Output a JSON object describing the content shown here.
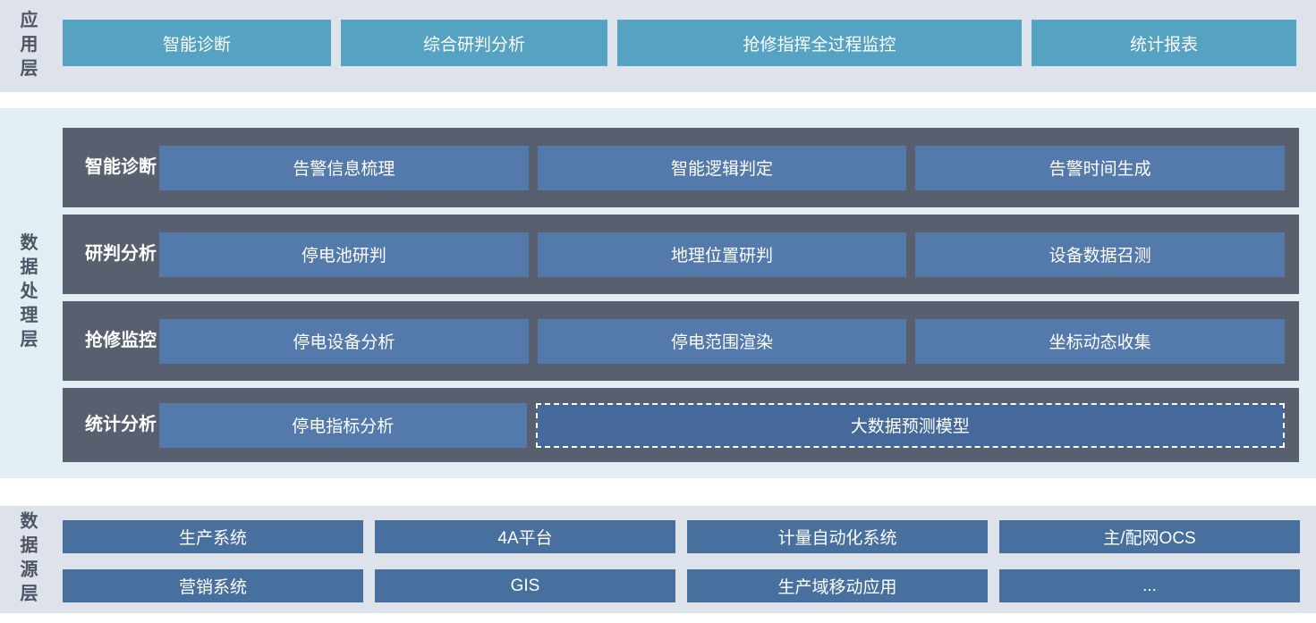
{
  "layers": {
    "application": {
      "label": "应用层",
      "items": [
        {
          "label": "智能诊断"
        },
        {
          "label": "综合研判分析"
        },
        {
          "label": "抢修指挥全过程监控"
        },
        {
          "label": "统计报表"
        }
      ]
    },
    "processing": {
      "label": "数据处理层",
      "rows": [
        {
          "title": "智能诊断",
          "items": [
            "告警信息梳理",
            "智能逻辑判定",
            "告警时间生成"
          ]
        },
        {
          "title": "研判分析",
          "items": [
            "停电池研判",
            "地理位置研判",
            "设备数据召测"
          ]
        },
        {
          "title": "抢修监控",
          "items": [
            "停电设备分析",
            "停电范围渲染",
            "坐标动态收集"
          ]
        },
        {
          "title": "统计分析",
          "items": [
            "停电指标分析"
          ],
          "dashed_item": "大数据预测模型"
        }
      ]
    },
    "datasource": {
      "label": "数据源层",
      "rows": [
        {
          "items": [
            "生产系统",
            "4A平台",
            "计量自动化系统",
            "主/配网OCS"
          ]
        },
        {
          "items": [
            "营销系统",
            "GIS",
            "生产域移动应用",
            "..."
          ]
        }
      ]
    }
  },
  "colors": {
    "band_bg": "#dde2eb",
    "proc_bg": "#e2edf4",
    "teal": "#55a2c2",
    "slate": "#58606f",
    "box_blue": "#5479ab",
    "dashed_blue": "#46699c",
    "source_blue": "#47709f",
    "label_text": "#4c5564"
  }
}
